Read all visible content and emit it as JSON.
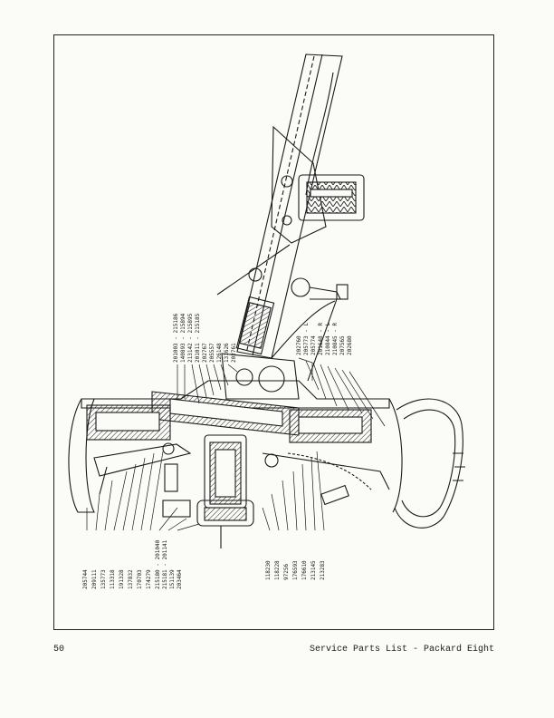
{
  "page": {
    "number": "50",
    "running_title": "Service Parts List - Packard Eight"
  },
  "figure": {
    "callouts_upper_left": [
      "201003 - 215186",
      "140893 - 215894",
      "213142 - 215895",
      "201011 - 215185",
      "202767",
      "205557",
      "126148",
      "131626",
      "202761"
    ],
    "callouts_upper_right": [
      "202760",
      "205773 - L",
      "205774",
      "201648 - R",
      "210844 - L",
      "210845 - R",
      "207565",
      "202680"
    ],
    "callouts_lower_left": [
      "205744",
      "209111",
      "135773",
      "113318",
      "191328",
      "137832",
      "170703",
      "174279",
      "215180 - 201040",
      "215181 - 201141",
      "151139",
      "203464"
    ],
    "callouts_lower_right": [
      "118230",
      "118228",
      "97256",
      "176593",
      "176610",
      "213145",
      "213283"
    ]
  }
}
